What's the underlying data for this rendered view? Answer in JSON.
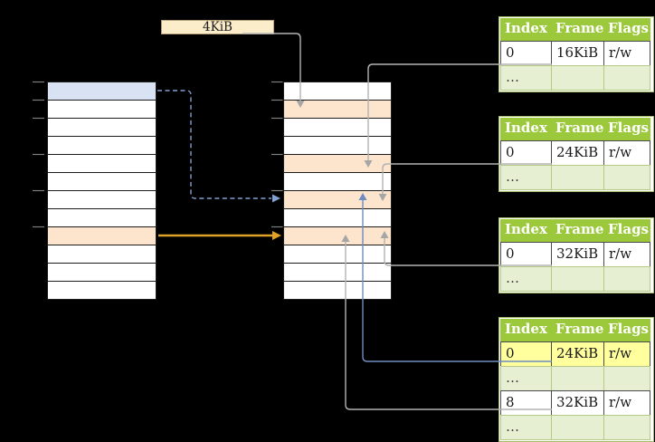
{
  "page_size_label": {
    "text": "4KiB"
  },
  "left_table": {
    "row_fills": [
      "#d9e2f3",
      "#ffffff",
      "#ffffff",
      "#ffffff",
      "#ffffff",
      "#ffffff",
      "#ffffff",
      "#ffffff",
      "#fce4cd",
      "#ffffff",
      "#ffffff",
      "#ffffff"
    ]
  },
  "middle_table": {
    "row_fills": [
      "#ffffff",
      "#fce4cd",
      "#ffffff",
      "#ffffff",
      "#fce4cd",
      "#ffffff",
      "#fce4cd",
      "#ffffff",
      "#fce4cd",
      "#ffffff",
      "#ffffff",
      "#ffffff"
    ]
  },
  "frame_tables": [
    {
      "headers": [
        "Index",
        "Frame",
        "Flags"
      ],
      "rows": [
        {
          "cells": [
            "0",
            "16KiB",
            "r/w"
          ],
          "style": "data"
        },
        {
          "cells": [
            "…",
            "",
            ""
          ],
          "style": "dots"
        }
      ]
    },
    {
      "headers": [
        "Index",
        "Frame",
        "Flags"
      ],
      "rows": [
        {
          "cells": [
            "0",
            "24KiB",
            "r/w"
          ],
          "style": "data"
        },
        {
          "cells": [
            "…",
            "",
            ""
          ],
          "style": "dots"
        }
      ]
    },
    {
      "headers": [
        "Index",
        "Frame",
        "Flags"
      ],
      "rows": [
        {
          "cells": [
            "0",
            "32KiB",
            "r/w"
          ],
          "style": "data"
        },
        {
          "cells": [
            "…",
            "",
            ""
          ],
          "style": "dots"
        }
      ]
    },
    {
      "headers": [
        "Index",
        "Frame",
        "Flags"
      ],
      "rows": [
        {
          "cells": [
            "0",
            "24KiB",
            "r/w"
          ],
          "style": "highlight"
        },
        {
          "cells": [
            "…",
            "",
            ""
          ],
          "style": "dots"
        },
        {
          "cells": [
            "8",
            "32KiB",
            "r/w"
          ],
          "style": "data"
        },
        {
          "cells": [
            "…",
            "",
            ""
          ],
          "style": "dots"
        }
      ]
    }
  ],
  "colors": {
    "background": "#000000",
    "header_green": "#9cc83c",
    "dots_row_bg": "#e7efd2",
    "peach_row": "#fce4cd",
    "light_blue_row": "#d9e2f3",
    "highlight_yellow": "#ffff9d",
    "label_bg": "#fbecca",
    "gray_connector": "#b3b3b3",
    "gray_arrow": "#a6a6a6",
    "blue_connector": "#6d8cc0",
    "dashed_blue_connector": "#82a0d2",
    "orange_connector": "#dfa126",
    "tick_gray": "#7f7f7f"
  }
}
